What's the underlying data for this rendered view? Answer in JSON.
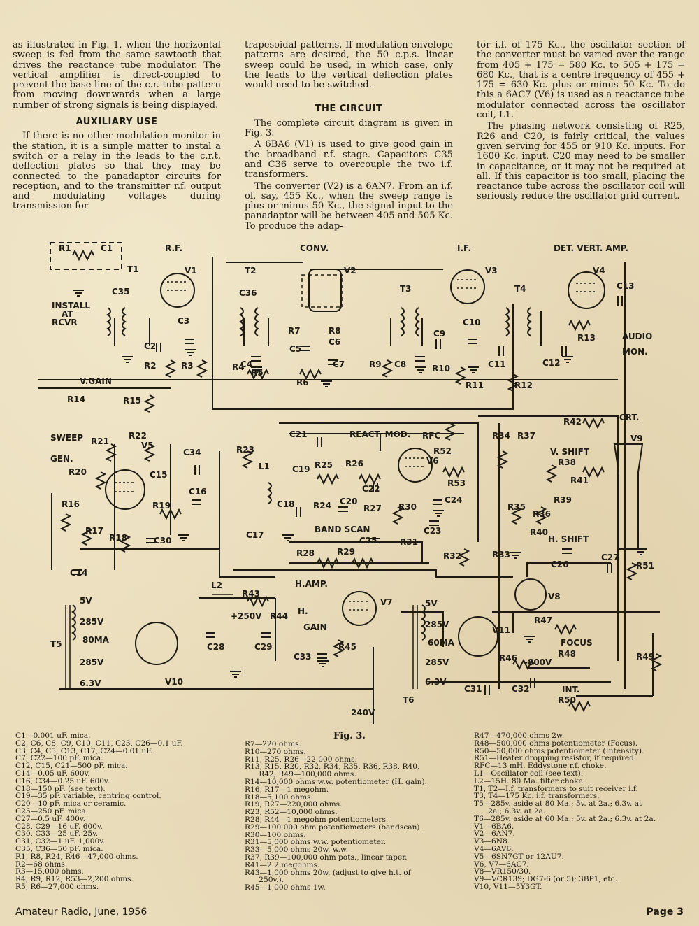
{
  "article": {
    "col1": [
      "as illustrated in Fig. 1, when the horizontal sweep is fed from the same sawtooth that drives the reactance tube modulator. The vertical amplifier is direct-coupled to prevent the base line of the c.r. tube pattern from moving downwards when a large number of strong signals is being displayed."
    ],
    "col1_heading": "AUXILIARY USE",
    "col1b": [
      "If there is no other modulation monitor in the station, it is a simple matter to instal a switch or a relay in the leads to the c.r.t. deflection plates so that they may be connected to the panadaptor circuits for reception, and to the transmitter r.f. output and modulating voltages during transmission for"
    ],
    "col2": [
      "trapesoidal patterns. If modulation envelope patterns are desired, the 50 c.p.s. linear sweep could be used, in which case, only the leads to the vertical deflection plates would need to be switched."
    ],
    "col2_heading": "THE CIRCUIT",
    "col2b": [
      "The complete circuit diagram is given in Fig. 3.",
      "A 6BA6 (V1) is used to give good gain in the broadband r.f. stage. Capacitors C35 and C36 serve to overcouple the two i.f. transformers.",
      "The converter (V2) is a 6AN7. From an i.f. of, say, 455 Kc., when the sweep range is plus or minus 50 Kc., the signal input to the panadaptor will be between 405 and 505 Kc. To produce the adap-"
    ],
    "col3": [
      "tor i.f. of 175 Kc., the oscillator section of the converter must be varied over the range from 405 + 175 = 580 Kc. to 505 + 175 = 680 Kc., that is a centre frequency of 455 + 175 = 630 Kc. plus or minus 50 Kc. To do this a 6AC7 (V6) is used as a reactance tube modulator connected across the oscillator coil, L1.",
      "The phasing network consisting of R25, R26 and C20, is fairly critical, the values given serving for 455 or 910 Kc. inputs. For 1600 Kc. input, C20 may need to be smaller in capacitance, or it may not be required at all. If this capacitor is too small, placing the reactance tube across the oscillator coil will seriously reduce the oscillator grid current."
    ]
  },
  "figure": {
    "caption": "Fig. 3.",
    "stage_labels": [
      "R.F.",
      "CONV.",
      "I.F.",
      "DET. VERT. AMP.",
      "CRT.",
      "SWEEP",
      "GEN.",
      "REACT. MOD.",
      "BAND SCAN",
      "H.AMP.",
      "H. SHIFT",
      "V. SHIFT",
      "FOCUS",
      "INT.",
      "AUDIO",
      "MON.",
      "INSTALL",
      "AT",
      "RCVR",
      "V.GAIN",
      "H.",
      "GAIN",
      "+250V",
      "-800V",
      "240V"
    ],
    "tubes": [
      "V1",
      "V2",
      "V3",
      "V4",
      "V5",
      "V6",
      "V7",
      "V8",
      "V9",
      "V10",
      "V11"
    ],
    "components": [
      "R1",
      "C1",
      "T1",
      "C35",
      "C2",
      "R2",
      "C3",
      "R3",
      "R4",
      "T2",
      "C36",
      "C4",
      "R5",
      "R6",
      "R7",
      "R8",
      "C5",
      "C6",
      "C7",
      "T3",
      "R9",
      "C8",
      "C9",
      "R10",
      "C10",
      "R11",
      "T4",
      "C11",
      "R12",
      "R13",
      "C12",
      "C13",
      "R14",
      "R15",
      "R21",
      "R22",
      "C34",
      "R20",
      "C15",
      "C16",
      "R16",
      "R17",
      "R18",
      "C30",
      "R19",
      "C14",
      "R23",
      "L1",
      "C19",
      "R25",
      "R26",
      "C18",
      "R24",
      "C20",
      "C22",
      "R27",
      "R30",
      "C21",
      "RFC",
      "R52",
      "R53",
      "C24",
      "C17",
      "C25",
      "R31",
      "C23",
      "R28",
      "R29",
      "R32",
      "R33",
      "R34",
      "R37",
      "R38",
      "R41",
      "R35",
      "R36",
      "R39",
      "R40",
      "R42",
      "C26",
      "C27",
      "R51",
      "L2",
      "R43",
      "R44",
      "R45",
      "C33",
      "C28",
      "C29",
      "T5",
      "T6",
      "R47",
      "R48",
      "R46",
      "R49",
      "C31",
      "C32",
      "R50"
    ],
    "transformer_taps": [
      "5V",
      "285V",
      "80MA",
      "285V",
      "6.3V",
      "5V",
      "285V",
      "60MA",
      "285V",
      "6.3V"
    ]
  },
  "parts_list": {
    "col1": [
      "C1—0.001 uF. mica.",
      "C2, C6, C8, C9, C10, C11, C23, C26—0.1 uF.",
      "C3, C4, C5, C13, C17, C24—0.01 uF.",
      "C7, C22—100 pF. mica.",
      "C12, C15, C21—500 pF. mica.",
      "C14—0.05 uF. 600v.",
      "C16, C34—0.25 uF. 600v.",
      "C18—150 pF. (see text).",
      "C19—35 pF. variable, centring control.",
      "C20—10 pF. mica or ceramic.",
      "C25—250 pF. mica.",
      "C27—0.5 uF. 400v.",
      "C28, C29—16 uF. 600v.",
      "C30, C33—25 uF. 25v.",
      "C31, C32—1 uF. 1,000v.",
      "C35, C36—50 pF. mica.",
      "R1, R8, R24, R46—47,000 ohms.",
      "R2—68 ohms.",
      "R3—15,000 ohms.",
      "R4, R9, R12, R53—2,200 ohms.",
      "R5, R6—27,000 ohms."
    ],
    "col2": [
      "R7—220 ohms.",
      "R10—270 ohms.",
      "R11, R25, R26—22,000 ohms.",
      "R13, R15, R20, R32, R34, R35, R36, R38, R40,",
      "      R42, R49—100,000 ohms.",
      "R14—10,000 ohms w.w. potentiometer (H. gain).",
      "R16, R17—1 megohm.",
      "R18—5,100 ohms.",
      "R19, R27—220,000 ohms.",
      "R23, R52—10,000 ohms.",
      "R28, R44—1 megohm potentiometers.",
      "R29—100,000 ohm potentiometers (bandscan).",
      "R30—100 ohms.",
      "R31—5,000 ohms w.w. potentiometer.",
      "R33—5,000 ohms 20w. w.w.",
      "R37, R39—100,000 ohm pots., linear taper.",
      "R41—2.2 megohms.",
      "R43—1,000 ohms 20w. (adjust to give h.t. of",
      "      250v.).",
      "R45—1,000 ohms 1w."
    ],
    "col3": [
      "R47—470,000 ohms 2w.",
      "R48—500,000 ohms potentiometer (Focus).",
      "R50—50,000 ohms potentiometer (Intensity).",
      "R51—Heater dropping resistor, if required.",
      "RFC—13 mH. Eddystone r.f. choke.",
      "L1—Oscillator coil (see text).",
      "L2—15H. 80 Ma. filter choke.",
      "T1, T2—I.f. transformers to suit receiver i.f.",
      "T3, T4—175 Kc. i.f. transformers.",
      "T5—285v. aside at 80 Ma.; 5v. at 2a.; 6.3v. at",
      "      2a.; 6.3v. at 2a.",
      "T6—285v. aside at 60 Ma.; 5v. at 2a.; 6.3v. at 2a.",
      "V1—6BA6.",
      "V2—6AN7.",
      "V3—6N8.",
      "V4—6AV6.",
      "V5—6SN7GT or 12AU7.",
      "V6, V7—6AC7.",
      "V8—VR150/30.",
      "V9—VCR139; DG7-6 (or 5); 3BP1, etc.",
      "V10, V11—5Y3GT."
    ]
  },
  "footer": {
    "publication": "Amateur Radio, June, 1956",
    "page": "Page 3"
  }
}
